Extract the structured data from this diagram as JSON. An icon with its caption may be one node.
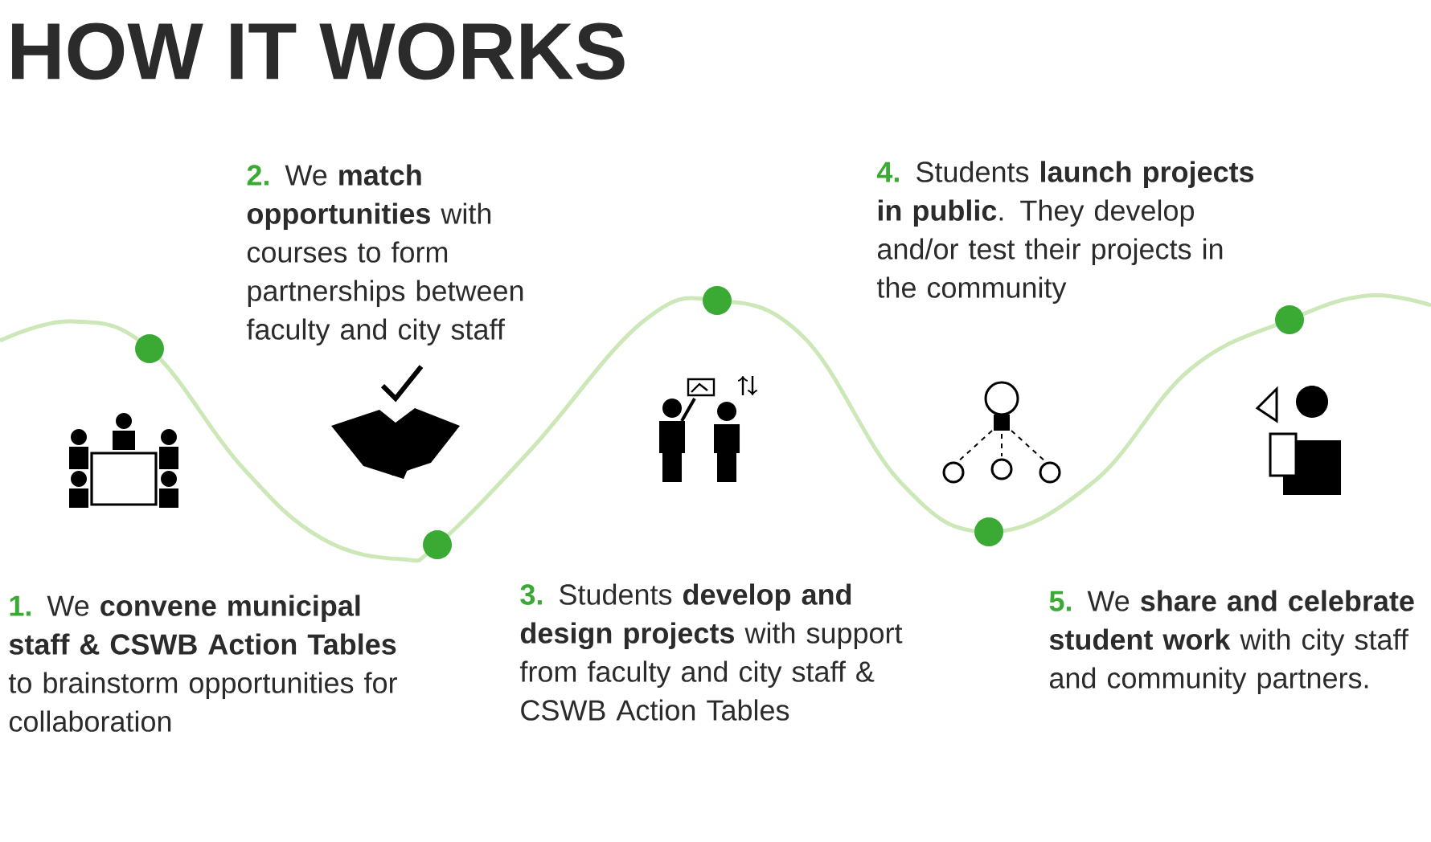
{
  "diagram": {
    "title": "HOW IT WORKS",
    "labels": [
      "1.",
      "We **convene municipal staff & CSWB Action Tables** to brainstorm opportunities for collaboration",
      "2.",
      "We **match opportunities** with courses to form partnerships between faculty and city staff",
      "3.",
      "Students **develop and design projects** with support from faculty and city staff & CSWB Action Tables",
      "4.",
      "Students **launch projects in public**. They develop and/or test their projects in the community",
      "5.",
      "We **share and celebrate student work** with city staff and community partners."
    ]
  }
}
